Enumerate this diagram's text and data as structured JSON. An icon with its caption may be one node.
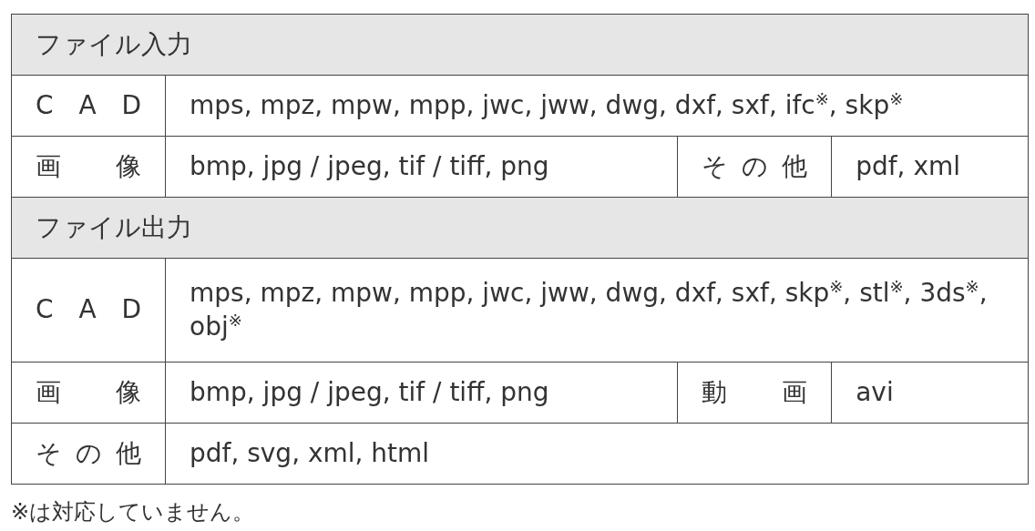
{
  "diagram": {
    "labels": [
      "ファイル入力",
      "C A D",
      "mps, mpz, mpw, mpp, jwc, jww, dwg, dxf, sxf, ifc$^{※}$, skp$^{※}$",
      "画 像",
      "bmp, jpg / jpeg, tif / tiff, png",
      "そ の 他",
      "pdf, xml",
      "ファイル出力",
      "C A D",
      "mps, mpz, mpw, mpp, jwc, jww, dwg, dxf, sxf, skp$^{※}$, stl$^{※}$, 3ds$^{※}$, obj$^{※}$",
      "画 像",
      "bmp, jpg / jpeg, tif / tiff, png",
      "動 画",
      "avi",
      "そ の 他",
      "pdf, svg, xml, html",
      "※は対応していません。"
    ]
  }
}
